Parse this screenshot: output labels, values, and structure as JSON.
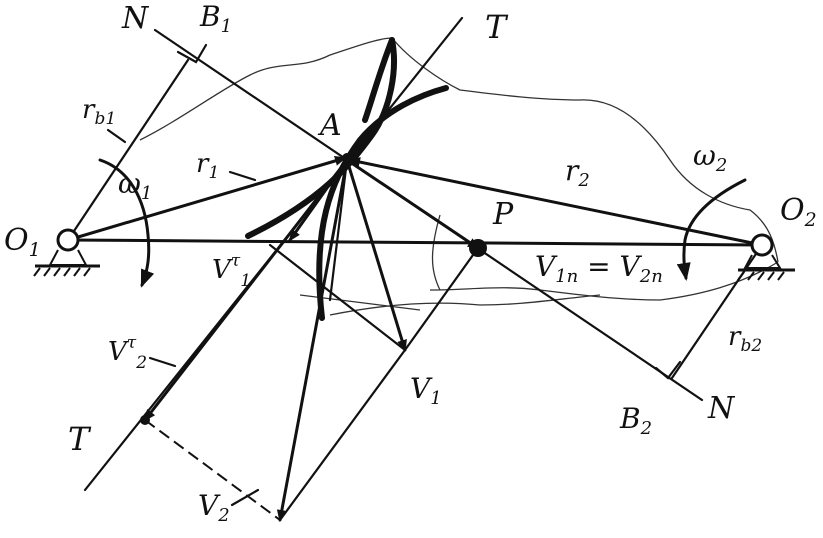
{
  "labels": {
    "N_top": "N",
    "B1_main": "B",
    "B1_sub": "1",
    "T_top": "T",
    "A": "A",
    "rb1_main": "r",
    "rb1_sub": "b1",
    "r1_main": "r",
    "r1_sub": "1",
    "omega1_main": "ω",
    "omega1_sub": "1",
    "O1_main": "O",
    "O1_sub": "1",
    "Vt1_main": "V",
    "Vt1_sup": "τ",
    "Vt1_sub": "1",
    "r2_main": "r",
    "r2_sub": "2",
    "omega2_main": "ω",
    "omega2_sub": "2",
    "O2_main": "O",
    "O2_sub": "2",
    "P": "P",
    "V1n_main": "V",
    "V1n_sub": "1n",
    "eq": " = ",
    "V2n_main": "V",
    "V2n_sub": "2n",
    "Vt2_main": "V",
    "Vt2_sup": "τ",
    "Vt2_sub": "2",
    "T_bottom": "T",
    "V1_main": "V",
    "V1_sub": "1",
    "V2_main": "V",
    "V2_sub": "2",
    "B2_main": "B",
    "B2_sub": "2",
    "rb2_main": "r",
    "rb2_sub": "b2",
    "N_bottom": "N"
  }
}
